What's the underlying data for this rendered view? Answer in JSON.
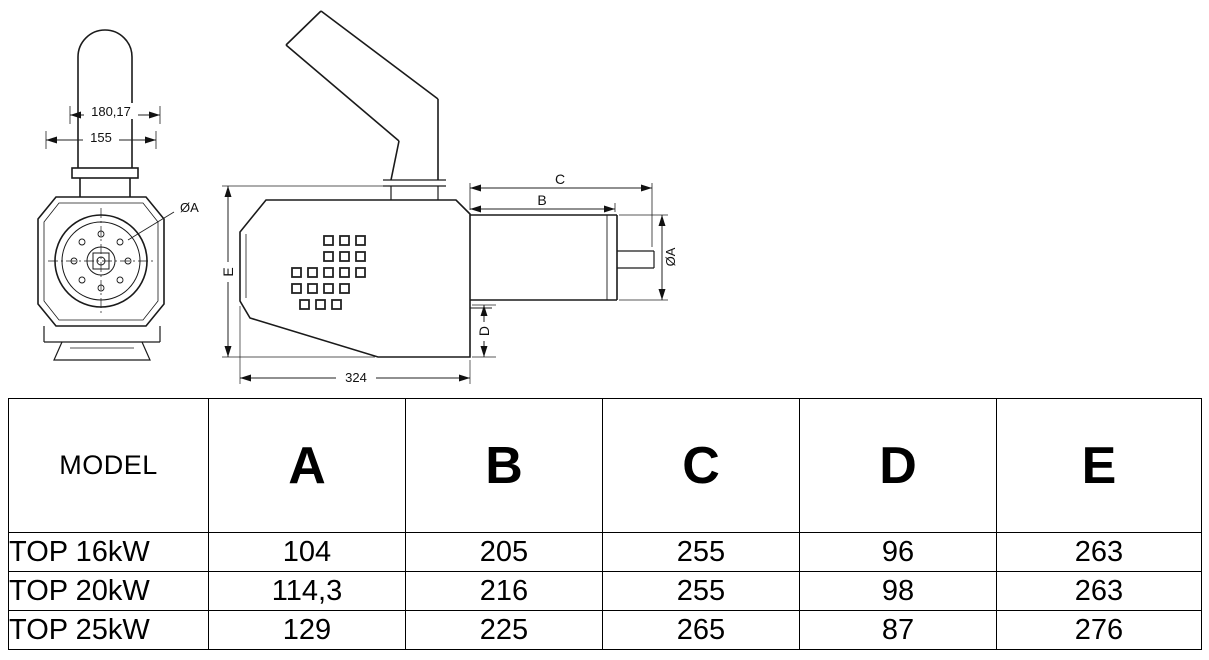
{
  "drawing": {
    "front_view": {
      "dim_outer_width": "180,17",
      "dim_inner_width": "155",
      "phi_label": "ØA"
    },
    "side_view": {
      "dim_c": "C",
      "dim_b": "B",
      "dim_e": "E",
      "dim_d": "D",
      "phi_label": "ØA",
      "dim_length": "324"
    }
  },
  "table": {
    "model_header": "MODEL",
    "columns": [
      "A",
      "B",
      "C",
      "D",
      "E"
    ],
    "rows": [
      {
        "model": "TOP 16kW",
        "values": [
          "104",
          "205",
          "255",
          "96",
          "263"
        ]
      },
      {
        "model": "TOP 20kW",
        "values": [
          "114,3",
          "216",
          "255",
          "98",
          "263"
        ]
      },
      {
        "model": "TOP 25kW",
        "values": [
          "129",
          "225",
          "265",
          "87",
          "276"
        ]
      }
    ]
  }
}
